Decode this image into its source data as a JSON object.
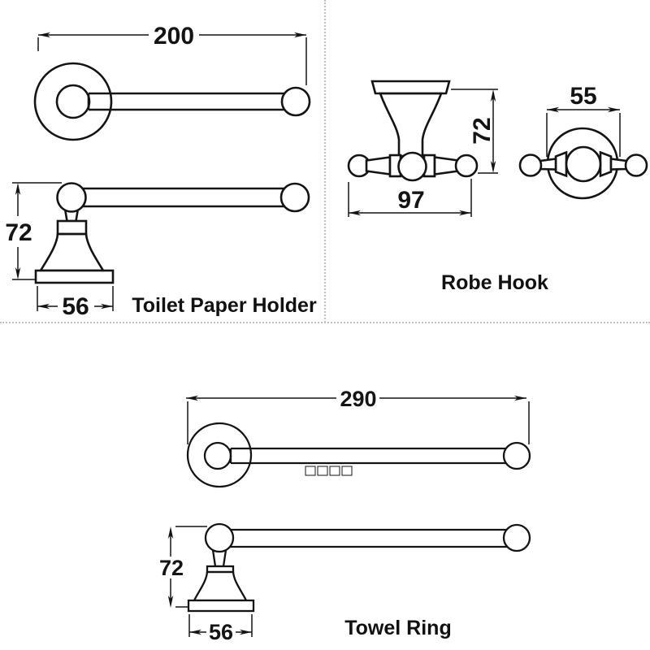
{
  "sheet": {
    "background": "#ffffff",
    "line_color": "#141414",
    "divider_color": "#bfbfbf"
  },
  "products": [
    {
      "name": "Toilet Paper Holder",
      "dims": {
        "length": "200",
        "height": "72",
        "base": "56"
      }
    },
    {
      "name": "Robe Hook",
      "dims": {
        "width": "97",
        "height": "72",
        "diameter": "55"
      }
    },
    {
      "name": "Towel Ring",
      "dims": {
        "length": "290",
        "height": "72",
        "base": "56"
      }
    }
  ]
}
